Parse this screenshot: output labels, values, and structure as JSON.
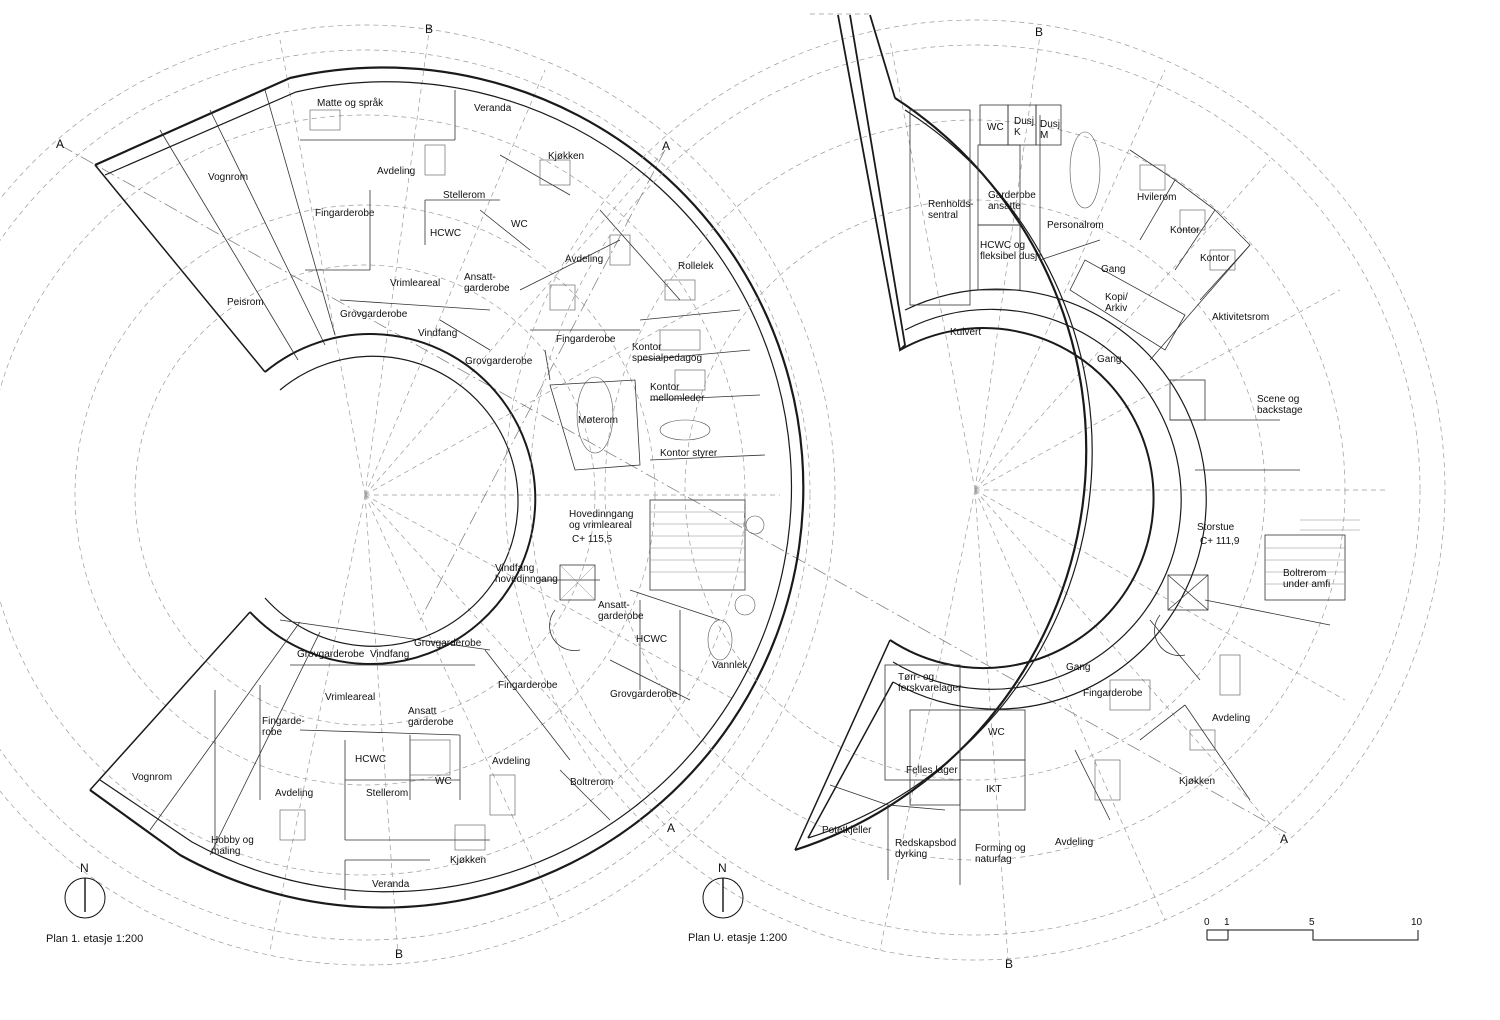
{
  "plans": [
    {
      "id": "first-floor",
      "title": "Plan 1. etasje 1:200",
      "north": "N",
      "axis_labels": {
        "a_top": "A",
        "a_right": "A",
        "a_lower": "A",
        "b_top": "B",
        "b_bottom": "B"
      },
      "rooms": [
        {
          "name": "matte-og-sprak",
          "label": "Matte og språk"
        },
        {
          "name": "veranda-top",
          "label": "Veranda"
        },
        {
          "name": "kjokken-top",
          "label": "Kjøkken"
        },
        {
          "name": "vognrom-top",
          "label": "Vognrom"
        },
        {
          "name": "avdeling-top-left",
          "label": "Avdeling"
        },
        {
          "name": "stellerom-top",
          "label": "Stellerom"
        },
        {
          "name": "fingarderobe-top",
          "label": "Fingarderobe"
        },
        {
          "name": "hcwc-top",
          "label": "HCWC"
        },
        {
          "name": "wc-top",
          "label": "WC"
        },
        {
          "name": "avdeling-top-right",
          "label": "Avdeling"
        },
        {
          "name": "rollelek",
          "label": "Rollelek"
        },
        {
          "name": "ansatt-garderobe-top",
          "label": "Ansatt-\ngarderobe"
        },
        {
          "name": "vrimleareal-top",
          "label": "Vrimleareal"
        },
        {
          "name": "peisrom",
          "label": "Peisrom"
        },
        {
          "name": "grovgarderobe-top-left",
          "label": "Grovgarderobe"
        },
        {
          "name": "vindfang-top",
          "label": "Vindfang"
        },
        {
          "name": "grovgarderobe-top-right",
          "label": "Grovgarderobe"
        },
        {
          "name": "fingarderobe-mid",
          "label": "Fingarderobe"
        },
        {
          "name": "kontor-spesialpedagog",
          "label": "Kontor\nspesialpedagog"
        },
        {
          "name": "kontor-mellomleder",
          "label": "Kontor\nmellomleder"
        },
        {
          "name": "moterom",
          "label": "Møterom"
        },
        {
          "name": "kontor-styrer",
          "label": "Kontor styrer"
        },
        {
          "name": "hovedinngang",
          "label": "Hovedinngang\nog vrimleareal"
        },
        {
          "name": "level-first",
          "label": "C+ 115,5"
        },
        {
          "name": "vindfang-hovedinngang",
          "label": "Vindfang\nhovedinngang"
        },
        {
          "name": "ansatt-garderobe-mid",
          "label": "Ansatt-\ngarderobe"
        },
        {
          "name": "hcwc-mid",
          "label": "HCWC"
        },
        {
          "name": "vannlek",
          "label": "Vannlek"
        },
        {
          "name": "grovgarderobe-bottom-left",
          "label": "Grovgarderobe"
        },
        {
          "name": "vindfang-bottom",
          "label": "Vindfang"
        },
        {
          "name": "grovgarderobe-bottom-right",
          "label": "Grovgarderobe"
        },
        {
          "name": "fingarderobe-bottom-right",
          "label": "Fingarderobe"
        },
        {
          "name": "grovgarderobe-bottom",
          "label": "Grovgarderobe"
        },
        {
          "name": "vrimleareal-bottom",
          "label": "Vrimleareal"
        },
        {
          "name": "ansatt-garderobe-bottom",
          "label": "Ansatt\ngarderobe"
        },
        {
          "name": "fingarderobe-bottom-left",
          "label": "Fingarde-\nrobe"
        },
        {
          "name": "hcwc-bottom",
          "label": "HCWC"
        },
        {
          "name": "wc-bottom",
          "label": "WC"
        },
        {
          "name": "avdeling-bottom-right",
          "label": "Avdeling"
        },
        {
          "name": "vognrom-bottom",
          "label": "Vognrom"
        },
        {
          "name": "avdeling-bottom-left",
          "label": "Avdeling"
        },
        {
          "name": "stellerom-bottom",
          "label": "Stellerom"
        },
        {
          "name": "boltrerom-first",
          "label": "Boltrerom"
        },
        {
          "name": "hobby-og-maling",
          "label": "Hobby og\nmaling"
        },
        {
          "name": "kjokken-bottom",
          "label": "Kjøkken"
        },
        {
          "name": "veranda-bottom",
          "label": "Veranda"
        }
      ]
    },
    {
      "id": "basement",
      "title": "Plan U. etasje 1:200",
      "north": "N",
      "axis_labels": {
        "b_top": "B",
        "b_bottom": "B",
        "a_lower": "A"
      },
      "rooms": [
        {
          "name": "wc-u-top",
          "label": "WC"
        },
        {
          "name": "dusj-k",
          "label": "Dusj\nK"
        },
        {
          "name": "dusj-m",
          "label": "Dusj\nM"
        },
        {
          "name": "renholdssentral",
          "label": "Renholds-\nsentral"
        },
        {
          "name": "garderobe-ansatte",
          "label": "Garderobe\nansatte"
        },
        {
          "name": "personalrom",
          "label": "Personalrom"
        },
        {
          "name": "hvilerom",
          "label": "Hvilerom"
        },
        {
          "name": "kontor-u-1",
          "label": "Kontor"
        },
        {
          "name": "kontor-u-2",
          "label": "Kontor"
        },
        {
          "name": "hcwc-fleksibel",
          "label": "HCWC og\nfleksibel dusj"
        },
        {
          "name": "gang-top",
          "label": "Gang"
        },
        {
          "name": "kopi-arkiv",
          "label": "Kopi/\nArkiv"
        },
        {
          "name": "aktivitetsrom",
          "label": "Aktivitetsrom"
        },
        {
          "name": "kulvert",
          "label": "Kulvert"
        },
        {
          "name": "gang-mid",
          "label": "Gang"
        },
        {
          "name": "scene-og-backstage",
          "label": "Scene og\nbackstage"
        },
        {
          "name": "storstue",
          "label": "Storstue"
        },
        {
          "name": "level-u",
          "label": "C+ 111,9"
        },
        {
          "name": "boltrerom-under-amfi",
          "label": "Boltrerom\nunder amfi"
        },
        {
          "name": "torr-og-ferskvarelager",
          "label": "Tørr- og\nferskvarelager"
        },
        {
          "name": "gang-bottom",
          "label": "Gang"
        },
        {
          "name": "fingarderobe-u",
          "label": "Fingarderobe"
        },
        {
          "name": "avdeling-u-right",
          "label": "Avdeling"
        },
        {
          "name": "wc-u-bottom",
          "label": "WC"
        },
        {
          "name": "felles-lager",
          "label": "Felles lager"
        },
        {
          "name": "ikt",
          "label": "IKT"
        },
        {
          "name": "kjokken-u",
          "label": "Kjøkken"
        },
        {
          "name": "potetkjeller",
          "label": "Potetkjeller"
        },
        {
          "name": "redskapsbod",
          "label": "Redskapsbod\ndyrking"
        },
        {
          "name": "forming-og-naturfag",
          "label": "Forming og\nnaturfag"
        },
        {
          "name": "avdeling-u-bottom",
          "label": "Avdeling"
        }
      ]
    }
  ],
  "scale_bar": {
    "ticks": [
      "0",
      "1",
      "5",
      "10"
    ]
  }
}
